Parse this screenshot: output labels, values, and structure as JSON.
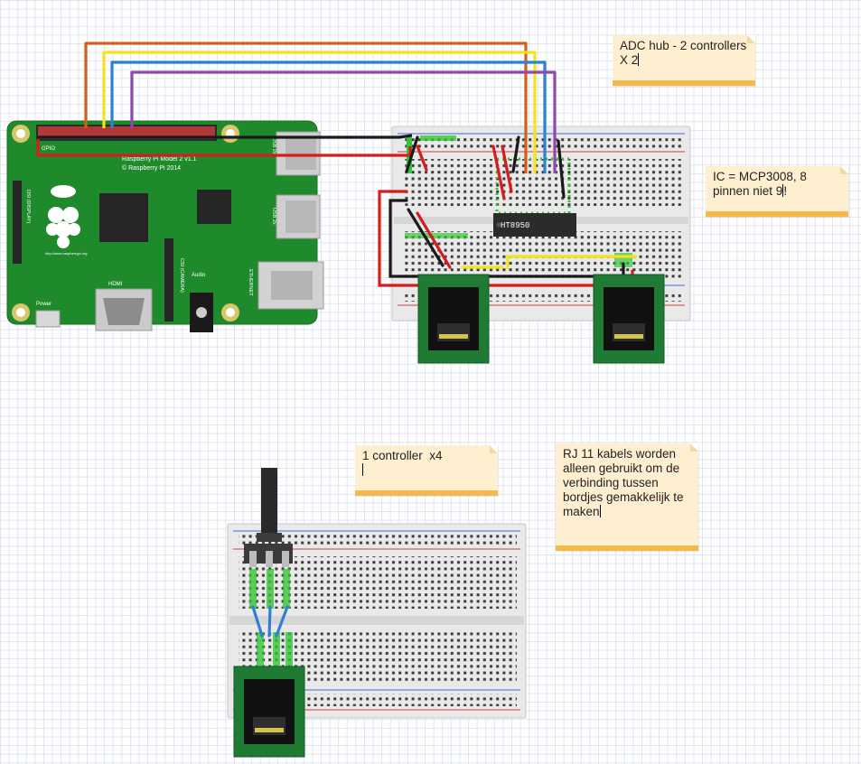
{
  "notes": {
    "adc_hub": {
      "line1": "ADC hub - 2 controllers",
      "line2": "X 2"
    },
    "ic": {
      "line1": "IC = MCP3008, 8",
      "line2": "pinnen niet 9",
      "line2_tail": "!"
    },
    "one_controller": {
      "line1": "1 controller  x4"
    },
    "rj11": {
      "line1": "RJ 11 kabels worden",
      "line2": "alleen gebruikt om de",
      "line3": "verbinding tussen",
      "line4": "bordjes gemakkelijk te",
      "line5": "maken"
    }
  },
  "raspberry_pi": {
    "model_text": "Raspberry Pi Model 2 v1.1",
    "copyright": "© Raspberry Pi 2014",
    "gpio": "GPIO",
    "hdmi": "HDMI",
    "csi": "CSI (CAMERA)",
    "audio": "Audio",
    "power": "Power",
    "ethernet": "ETHERNET",
    "usb_top": "USB 2x",
    "usb_bottom": "USB 2x",
    "display": "DSI (DISPLAY)",
    "url": "http://www.raspberrypi.org"
  },
  "chip": {
    "label": "HT8950"
  },
  "colors": {
    "pi_green": "#1f8a2c",
    "wire_orange": "#d35f1c",
    "wire_yellow": "#f2e41c",
    "wire_blue": "#2e7fd6",
    "wire_purple": "#8e4aa8",
    "wire_red": "#d41d1d",
    "wire_black": "#1a1a1a",
    "note_bg": "#fdefd0",
    "note_strip": "#f5b84a"
  }
}
